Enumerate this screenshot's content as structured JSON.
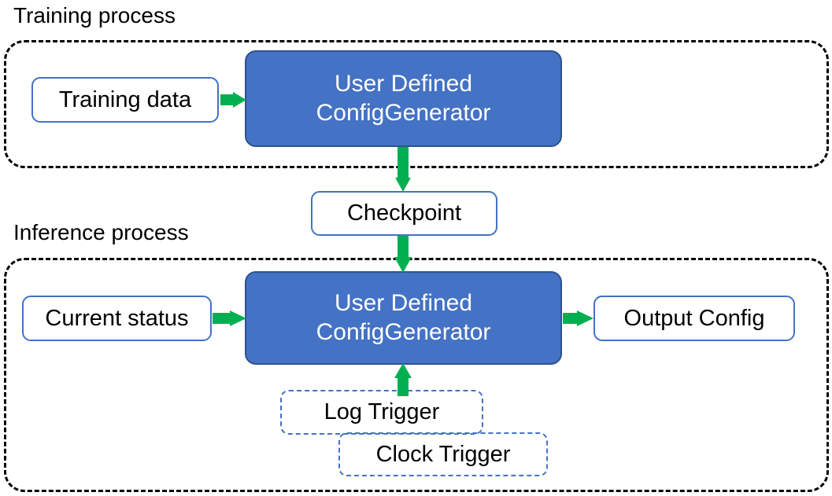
{
  "diagram": {
    "title_training": "Training process",
    "title_inference": "Inference process",
    "colors": {
      "process_fill": "#4472C4",
      "process_border": "#2E528F",
      "node_border": "#4472C4",
      "container_border": "#000000",
      "arrow": "#00B050",
      "text_dark": "#000000",
      "text_light": "#FFFFFF"
    },
    "training": {
      "input_node": "Training data",
      "process_node_line1": "User Defined",
      "process_node_line2": "ConfigGenerator"
    },
    "bridge": {
      "checkpoint_node": "Checkpoint"
    },
    "inference": {
      "input_node": "Current status",
      "process_node_line1": "User Defined",
      "process_node_line2": "ConfigGenerator",
      "output_node": "Output Config",
      "trigger_log": "Log Trigger",
      "trigger_clock": "Clock Trigger"
    },
    "arrows": [
      {
        "name": "training-data-to-generator",
        "from": "Training data",
        "to": "User Defined ConfigGenerator",
        "direction": "right"
      },
      {
        "name": "generator-to-checkpoint",
        "from": "User Defined ConfigGenerator",
        "to": "Checkpoint",
        "direction": "down"
      },
      {
        "name": "checkpoint-to-inference-generator",
        "from": "Checkpoint",
        "to": "User Defined ConfigGenerator",
        "direction": "down"
      },
      {
        "name": "current-status-to-generator",
        "from": "Current status",
        "to": "User Defined ConfigGenerator",
        "direction": "right"
      },
      {
        "name": "generator-to-output-config",
        "from": "User Defined ConfigGenerator",
        "to": "Output Config",
        "direction": "right"
      },
      {
        "name": "triggers-to-generator",
        "from": "Log Trigger / Clock Trigger",
        "to": "User Defined ConfigGenerator",
        "direction": "up"
      }
    ]
  }
}
